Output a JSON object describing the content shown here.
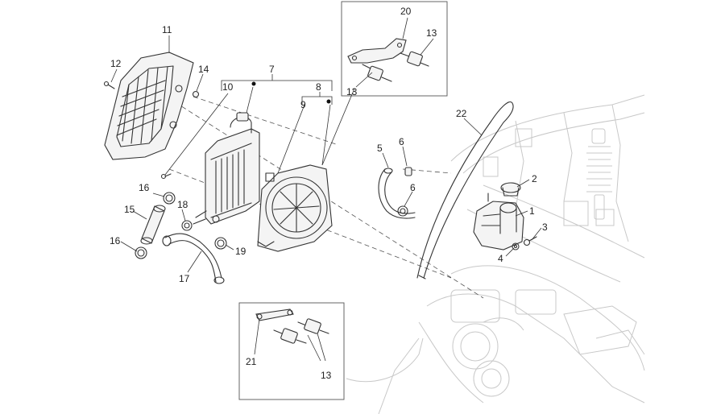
{
  "callouts": {
    "c1": "1",
    "c2": "2",
    "c3": "3",
    "c4": "4",
    "c5": "5",
    "c6a": "6",
    "c6b": "6",
    "c7": "7",
    "c8": "8",
    "c9": "9",
    "c10": "10",
    "c11": "11",
    "c12": "12",
    "c13a": "13",
    "c13b": "13",
    "c13c": "13",
    "c14": "14",
    "c15": "15",
    "c16a": "16",
    "c16b": "16",
    "c17": "17",
    "c18": "18",
    "c19": "19",
    "c20": "20",
    "c21": "21",
    "c22": "22"
  }
}
